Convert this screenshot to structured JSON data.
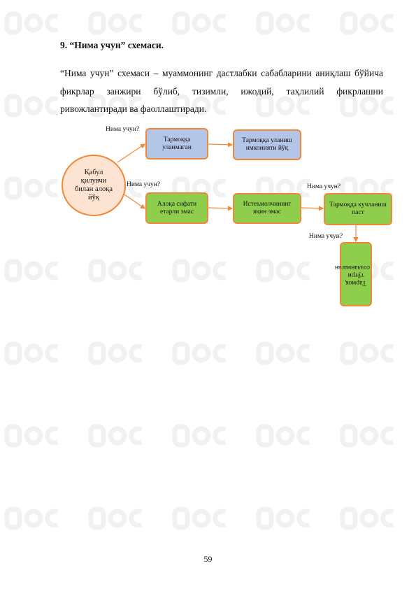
{
  "heading": "9.  “Нима учун” схемаси.",
  "paragraph": "“Нима учун” схемаси – муаммонинг дастлабки сабабларини аниқлаш бўйича фикрлар занжири бўлиб, тизимли, ижодий, таҳлилий фикрлашни ривожлантиради ва фаоллаштиради.",
  "diagram": {
    "center": "Қабул қилувчи билан алоқа йўқ",
    "why": "Нима учун?",
    "boxes": {
      "b1": "Тармоққа уланмаган",
      "b2": "Тармоққа уланиш имконияти йўқ",
      "b3": "Алоқа сифати етарли эмас",
      "b4": "Истеъмолчининг яқин эмас",
      "b5": "Тармоқда кучланиш паст",
      "b6": "Тармоқ тўғри созланмаган"
    },
    "colors": {
      "border": "#f0883a",
      "blue": "#b4c6e7",
      "green": "#8fce4d",
      "circle": "#fde4d2"
    }
  },
  "page_number": "59"
}
